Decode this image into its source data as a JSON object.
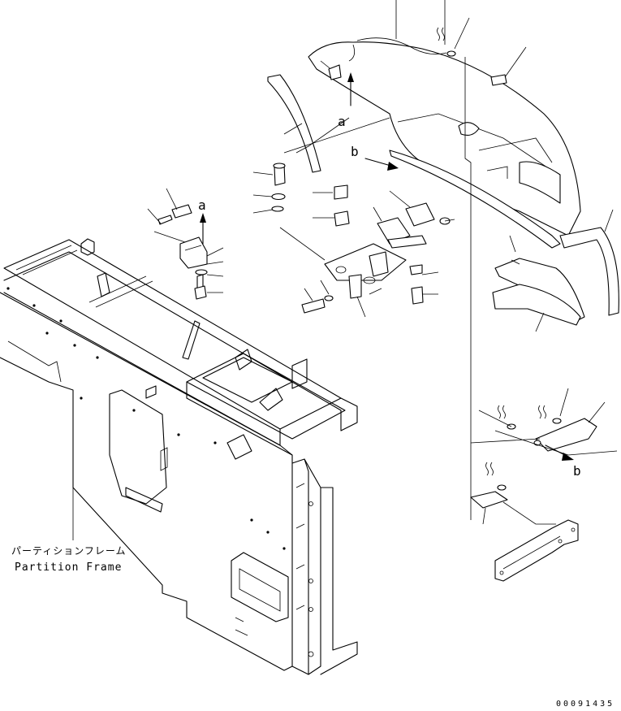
{
  "labels": {
    "partition_jp": "パーティションフレーム",
    "partition_en": "Partition Frame",
    "view_a": "a",
    "view_b": "b",
    "drawing_code": "00091435"
  },
  "icons": [
    "arrow-up-icon",
    "arrow-right-icon",
    "wave-mark-icon"
  ]
}
